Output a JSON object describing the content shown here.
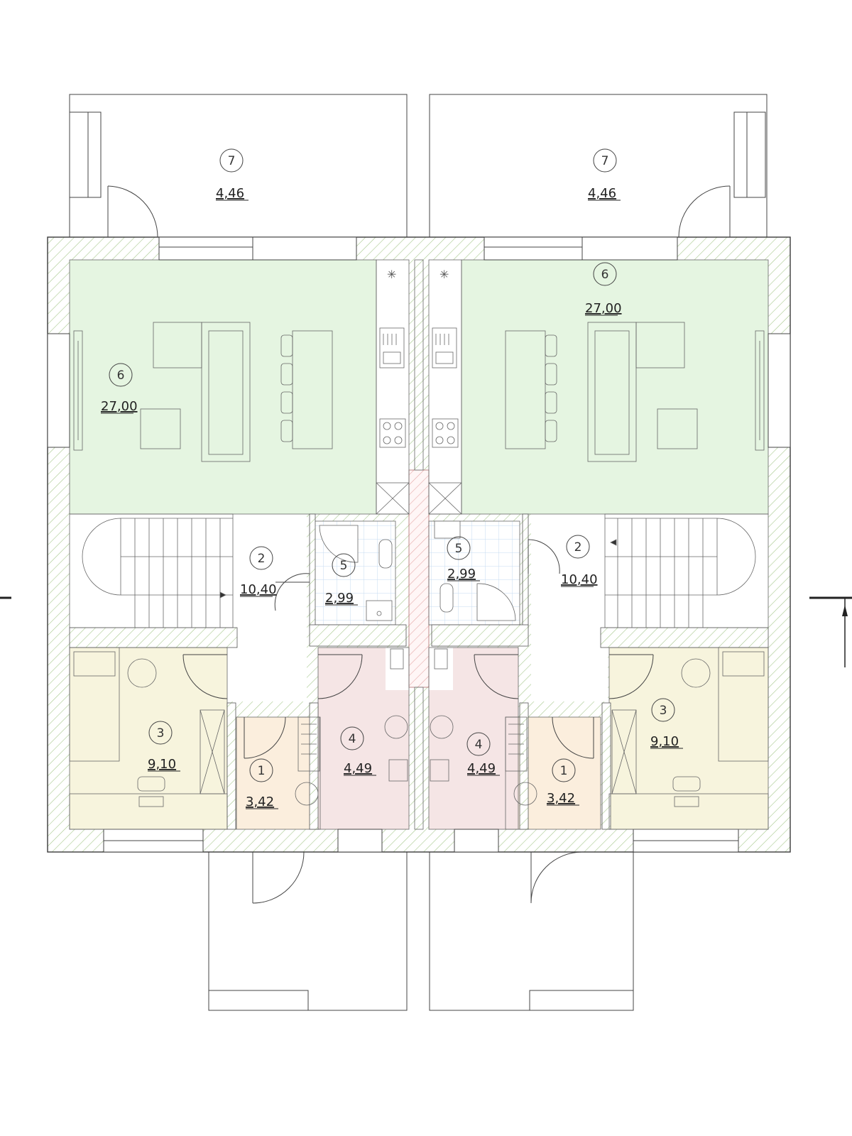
{
  "colors": {
    "living": "#e5f5e1",
    "bedroom": "#f7f4dd",
    "entry": "#fbeedd",
    "toilet": "#f5e5e5",
    "bathroom_tile": "#c6dbf0",
    "wall_hatch": "#a8c98e",
    "party_wall_hatch": "#e6aaaa",
    "outline": "#3a3a3a"
  },
  "rooms": [
    {
      "id": "entry-left",
      "number": "1",
      "area": "3,42"
    },
    {
      "id": "hall-left",
      "number": "2",
      "area": "10,40"
    },
    {
      "id": "bedroom-left",
      "number": "3",
      "area": "9,10"
    },
    {
      "id": "wc-left",
      "number": "4",
      "area": "4,49"
    },
    {
      "id": "bath-left",
      "number": "5",
      "area": "2,99"
    },
    {
      "id": "living-left",
      "number": "6",
      "area": "27,00"
    },
    {
      "id": "terrace-left",
      "number": "7",
      "area": "4,46"
    },
    {
      "id": "entry-right",
      "number": "1",
      "area": "3,42"
    },
    {
      "id": "hall-right",
      "number": "2",
      "area": "10,40"
    },
    {
      "id": "bedroom-right",
      "number": "3",
      "area": "9,10"
    },
    {
      "id": "wc-right",
      "number": "4",
      "area": "4,49"
    },
    {
      "id": "bath-right",
      "number": "5",
      "area": "2,99"
    },
    {
      "id": "living-right",
      "number": "6",
      "area": "27,00"
    },
    {
      "id": "terrace-right",
      "number": "7",
      "area": "4,46"
    }
  ]
}
